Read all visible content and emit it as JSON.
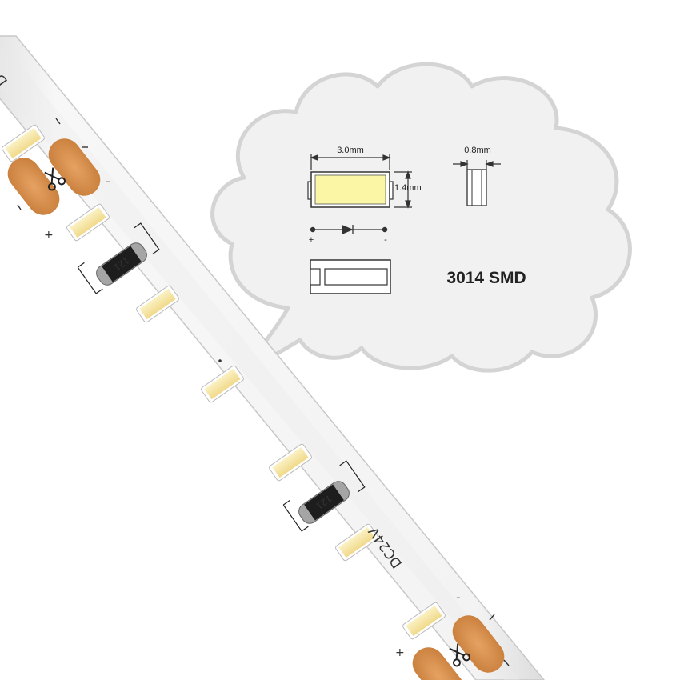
{
  "diagram": {
    "dim_length": "3.0mm",
    "dim_width": "1.4mm",
    "dim_height": "0.8mm",
    "pol_plus": "+",
    "pol_minus": "-",
    "model": "3014 SMD"
  },
  "strip": {
    "voltage": "DC24V",
    "resistor_code": "121",
    "plus": "+",
    "minus": "-"
  },
  "colors": {
    "led_yellow": "#f7e7a0",
    "copper_pad": "#d9914d",
    "pcb": "#f4f4f4",
    "bubble": "#f0f0f0"
  }
}
